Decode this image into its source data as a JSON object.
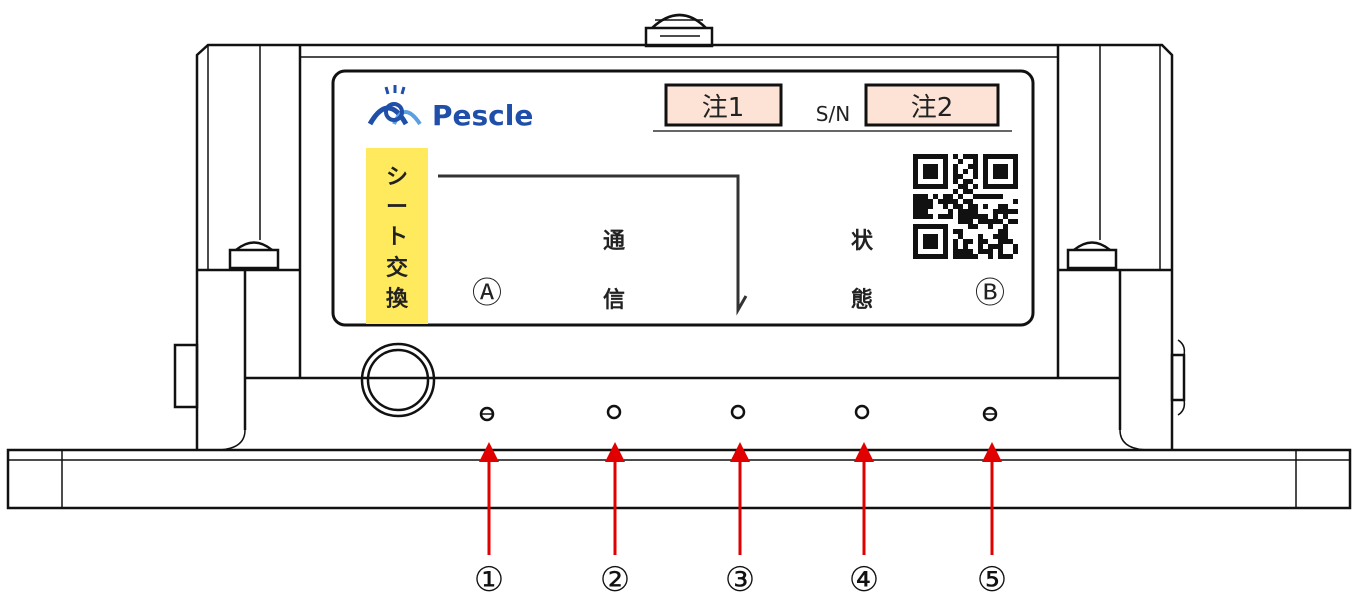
{
  "label": {
    "brand": "Pescle",
    "note1": "注1",
    "sn_label": "S/N",
    "note2": "注2",
    "sheet_exchange": [
      "シ",
      "ー",
      "ト",
      "交",
      "換"
    ],
    "port_a": "Ⓐ",
    "port_b": "Ⓑ",
    "comm": [
      "通",
      "信"
    ],
    "status": [
      "状",
      "態"
    ]
  },
  "indicators": [
    "①",
    "②",
    "③",
    "④",
    "⑤"
  ],
  "colors": {
    "brand_blue": "#1f4fa8",
    "brand_light": "#5aa0e0",
    "note_fill": "#fde3d6",
    "sheet_fill": "#ffe95c",
    "arrow": "#e00000"
  }
}
